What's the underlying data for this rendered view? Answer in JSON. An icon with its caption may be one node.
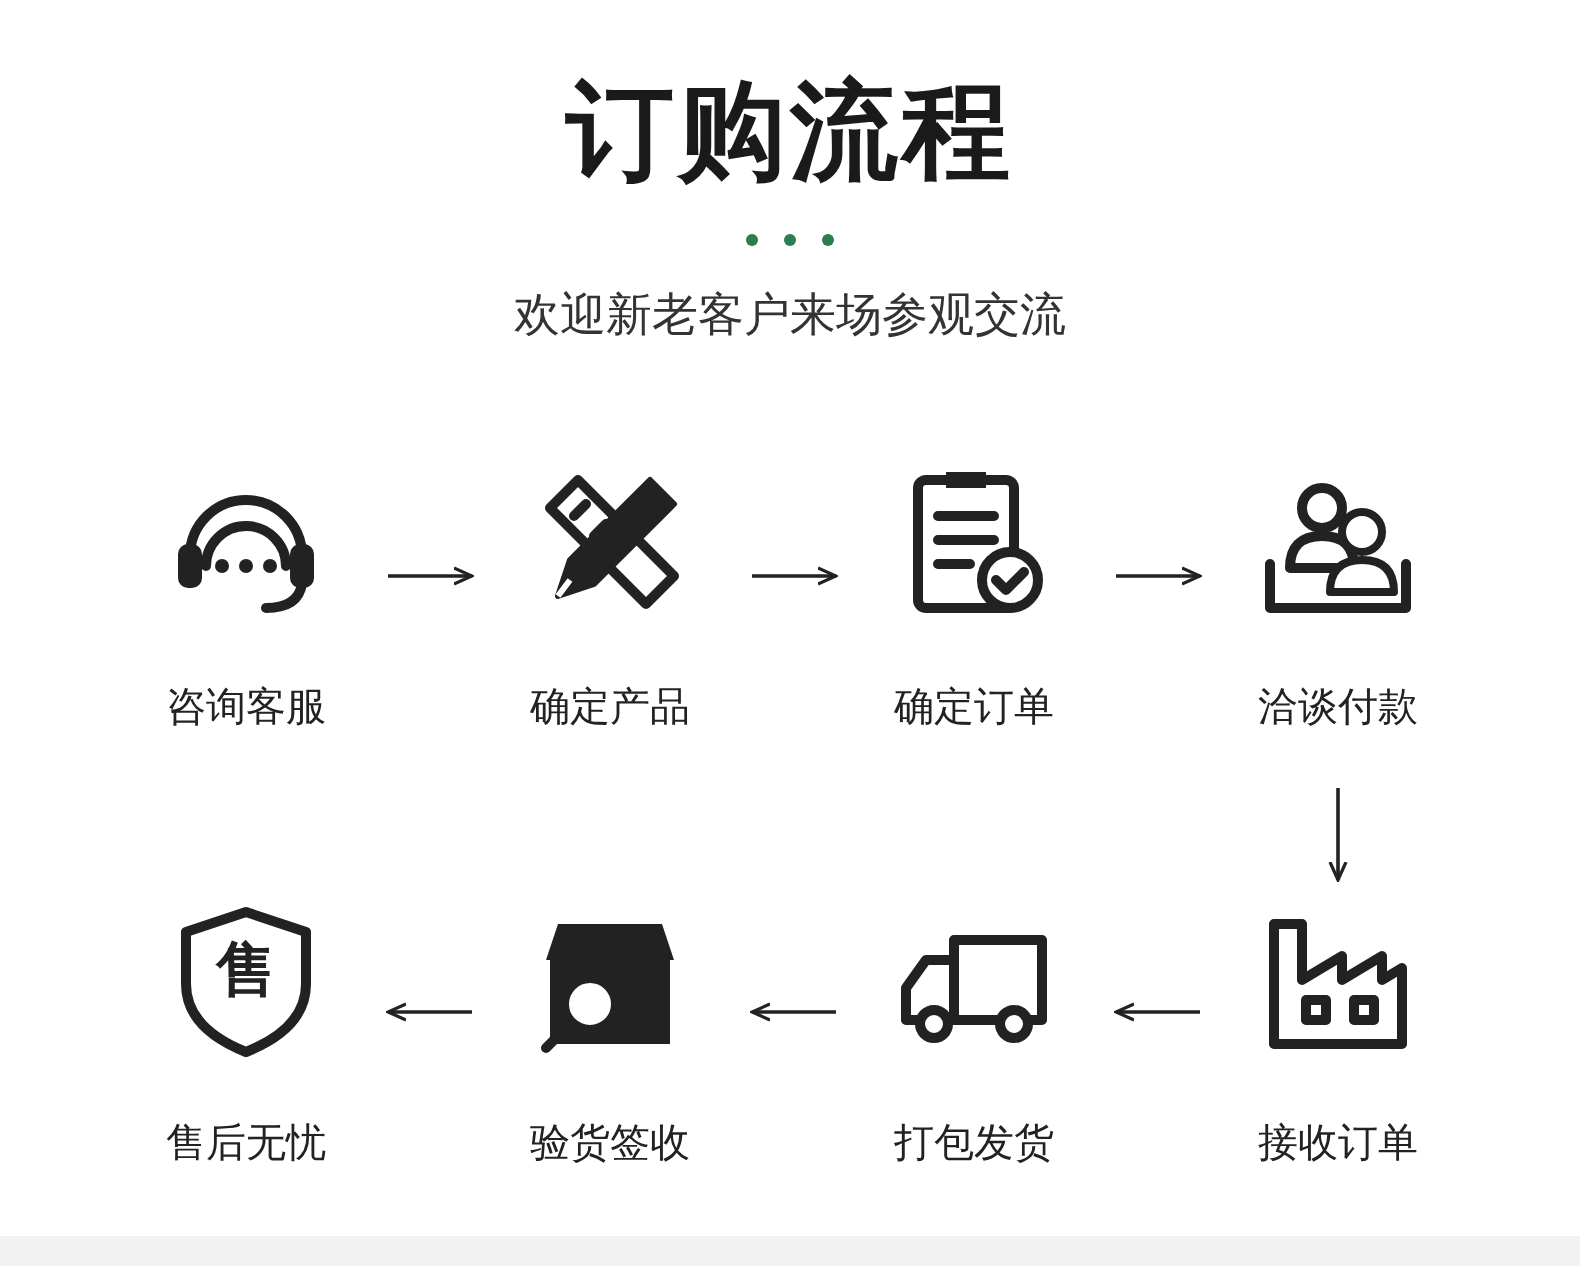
{
  "diagram": {
    "title": "订购流程",
    "nodes": [
      {
        "text": [
          "咨询客服"
        ]
      },
      {
        "text": [
          "确定产品"
        ]
      },
      {
        "text": [
          "确定订单"
        ]
      },
      {
        "text": [
          "洽谈付款"
        ]
      },
      {
        "text": [
          "售",
          "售后无忧"
        ]
      },
      {
        "text": [
          "验货签收"
        ]
      },
      {
        "text": [
          "打包发货"
        ]
      },
      {
        "text": [
          "接收订单"
        ]
      }
    ],
    "edges": [
      {
        "from": 0,
        "to": 1,
        "arrow": "to"
      },
      {
        "from": 1,
        "to": 2,
        "arrow": "to"
      },
      {
        "from": 2,
        "to": 3,
        "arrow": "to"
      },
      {
        "from": 3,
        "to": 7,
        "arrow": "to"
      },
      {
        "from": 7,
        "to": 6,
        "arrow": "to"
      },
      {
        "from": 6,
        "to": 5,
        "arrow": "to"
      },
      {
        "from": 5,
        "to": 4,
        "arrow": "to"
      }
    ],
    "labels": [
      "欢迎新老客户来场参观交流"
    ]
  }
}
